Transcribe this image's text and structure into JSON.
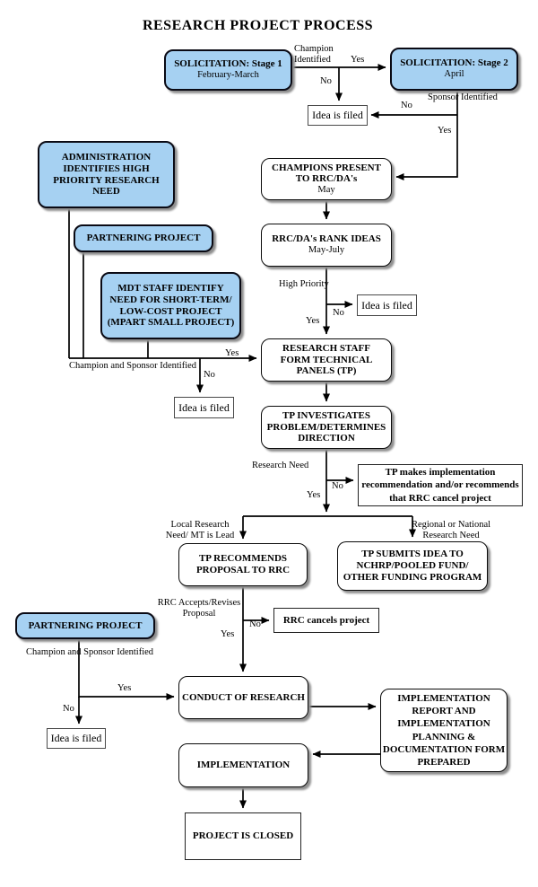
{
  "title": "RESEARCH PROJECT PROCESS",
  "colors": {
    "blue_node_fill": "#a6d1f2",
    "node_border": "#000000",
    "shadow": "#8f8f8f",
    "line": "#000000",
    "background": "#ffffff"
  },
  "nodes": {
    "stage1": {
      "title": "SOLICITATION: Stage 1",
      "subtitle": "February-March"
    },
    "stage2": {
      "title": "SOLICITATION: Stage 2",
      "subtitle": "April"
    },
    "idea_filed_1": {
      "title": "Idea is filed"
    },
    "admin": {
      "title": "ADMINISTRATION\nIDENTIFIES HIGH\nPRIORITY RESEARCH\nNEED"
    },
    "partnering1": {
      "title": "PARTNERING PROJECT"
    },
    "champions": {
      "title": "CHAMPIONS PRESENT\nTO RRC/DA's",
      "subtitle": "May"
    },
    "rank_ideas": {
      "title": "RRC/DA's RANK IDEAS",
      "subtitle": "May-July"
    },
    "idea_filed_2": {
      "title": "Idea is filed"
    },
    "mdt": {
      "title": "MDT STAFF IDENTIFY\nNEED FOR SHORT-TERM/\nLOW-COST PROJECT\n(MPART SMALL PROJECT)"
    },
    "research_staff": {
      "title": "RESEARCH STAFF\nFORM TECHNICAL\nPANELS (TP)"
    },
    "idea_filed_3": {
      "title": "Idea is filed"
    },
    "tp_investigates": {
      "title": "TP INVESTIGATES\nPROBLEM/DETERMINES\nDIRECTION"
    },
    "tp_makes": {
      "title": "TP makes implementation\nrecommendation and/or recommends\nthat RRC cancel project"
    },
    "tp_recommends": {
      "title": "TP RECOMMENDS\nPROPOSAL TO RRC"
    },
    "tp_submits": {
      "title": "TP SUBMITS IDEA TO\nNCHRP/POOLED FUND/\nOTHER FUNDING PROGRAM"
    },
    "rrc_cancels": {
      "title": "RRC cancels project"
    },
    "partnering2": {
      "title": "PARTNERING PROJECT"
    },
    "conduct": {
      "title": "CONDUCT OF RESEARCH"
    },
    "idea_filed_4": {
      "title": "Idea is filed"
    },
    "impl_report": {
      "title": "IMPLEMENTATION\nREPORT AND\nIMPLEMENTATION\nPLANNING &\nDOCUMENTATION FORM\nPREPARED"
    },
    "implementation": {
      "title": "IMPLEMENTATION"
    },
    "project_closed": {
      "title": "PROJECT IS CLOSED"
    }
  },
  "labels": {
    "champion_identified": "Champion\nIdentified",
    "yes_stage2": "Yes",
    "no_stage1": "No",
    "sponsor_identified": "Sponsor Identified",
    "no_sponsor": "No",
    "yes_sponsor": "Yes",
    "high_priority": "High Priority",
    "no_priority": "No",
    "yes_priority": "Yes",
    "champ_sponsor_1": "Champion and Sponsor Identified",
    "yes_champ1": "Yes",
    "no_champ1": "No",
    "research_need": "Research Need",
    "no_research": "No",
    "yes_research": "Yes",
    "local_research": "Local Research\nNeed/ MT is Lead",
    "regional_research": "Regional or National\nResearch Need",
    "rrc_accepts": "RRC Accepts/Revises\nProposal",
    "no_accepts": "No",
    "yes_accepts": "Yes",
    "champ_sponsor_2": "Champion and Sponsor Identified",
    "yes_champ2": "Yes",
    "no_champ2": "No"
  }
}
